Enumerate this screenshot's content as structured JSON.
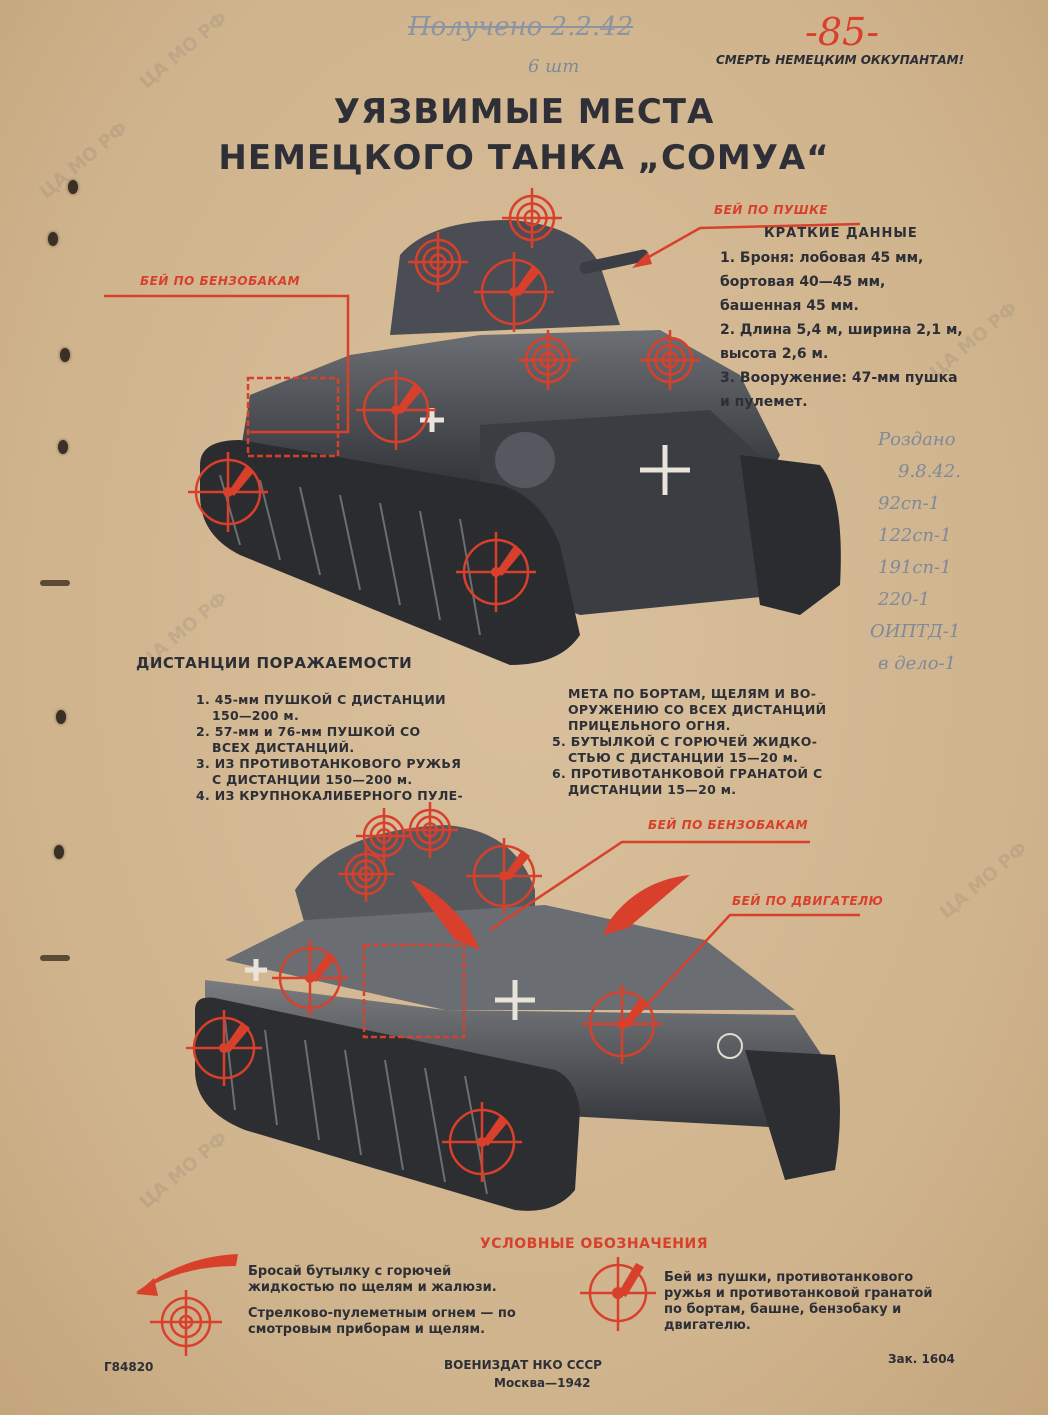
{
  "header": {
    "handwritten_note": "Получено 2.2.42",
    "handwritten_sub": "6 шт",
    "page_number": "-85-",
    "slogan": "СМЕРТЬ НЕМЕЦКИМ ОККУПАНТАМ!"
  },
  "title": {
    "line1": "УЯЗВИМЫЕ МЕСТА",
    "line2": "НЕМЕЦКОГО ТАНКА „СОМУА“"
  },
  "top_labels": {
    "gun": "БЕЙ ПО ПУШКЕ",
    "fuel": "БЕЙ ПО БЕНЗОБАКАМ"
  },
  "specs": {
    "heading": "КРАТКИЕ ДАННЫЕ",
    "items": [
      "1. Броня: лобовая 45 мм, бортовая 40—45 мм, башенная 45 мм.",
      "2. Длина 5,4 м, ширина 2,1 м, высота 2,6 м.",
      "3. Вооружение: 47-мм пушка и пулемет."
    ]
  },
  "handwritten_side": [
    "Роздано",
    "9.8.42.",
    "92сп-1",
    "122сп-1",
    "191сп-1",
    "220-1",
    "ОИПТД-1",
    "в дело-1"
  ],
  "distances": {
    "heading": "ДИСТАНЦИИ ПОРАЖАЕМОСТИ",
    "col1": [
      "1. 45-мм ПУШКОЙ С ДИСТАНЦИИ",
      "150—200 м.",
      "2. 57-мм и 76-мм ПУШКОЙ СО",
      "ВСЕХ ДИСТАНЦИЙ.",
      "3. ИЗ ПРОТИВОТАНКОВОГО РУЖЬЯ",
      "С ДИСТАНЦИИ 150—200 м.",
      "4. ИЗ КРУПНОКАЛИБЕРНОГО ПУЛЕ-"
    ],
    "col2": [
      "МЕТА ПО БОРТАМ, ЩЕЛЯМ И ВО-",
      "ОРУЖЕНИЮ СО ВСЕХ ДИСТАНЦИЙ",
      "ПРИЦЕЛЬНОГО ОГНЯ.",
      "5. БУТЫЛКОЙ С ГОРЮЧЕЙ ЖИДКО-",
      "СТЬЮ С ДИСТАНЦИИ 15—20 м.",
      "6. ПРОТИВОТАНКОВОЙ ГРАНАТОЙ С",
      "ДИСТАНЦИИ 15—20 м."
    ]
  },
  "bottom_labels": {
    "fuel": "БЕЙ ПО БЕНЗОБАКАМ",
    "engine": "БЕЙ ПО ДВИГАТЕЛЮ"
  },
  "legend": {
    "heading": "УСЛОВНЫЕ ОБОЗНАЧЕНИЯ",
    "arrow_text": "Бросай бутылку с горючей жидкостью по щелям и жалюзи.",
    "target_text": "Стрелково-пулеметным огнем — по смотровым приборам и щелям.",
    "hit_text": "Бей из пушки, противотанкового ружья и противотанковой гранатой по бортам, башне, бензобаку и двигателю."
  },
  "footer": {
    "code": "Г84820",
    "publisher": "ВОЕНИЗДАТ НКО СССР",
    "city_year": "Москва—1942",
    "order": "Зак. 1604"
  },
  "watermark": "ЦА МО РФ",
  "colors": {
    "paper": "#d3b894",
    "ink": "#2b2e35",
    "red": "#d8402c"
  }
}
